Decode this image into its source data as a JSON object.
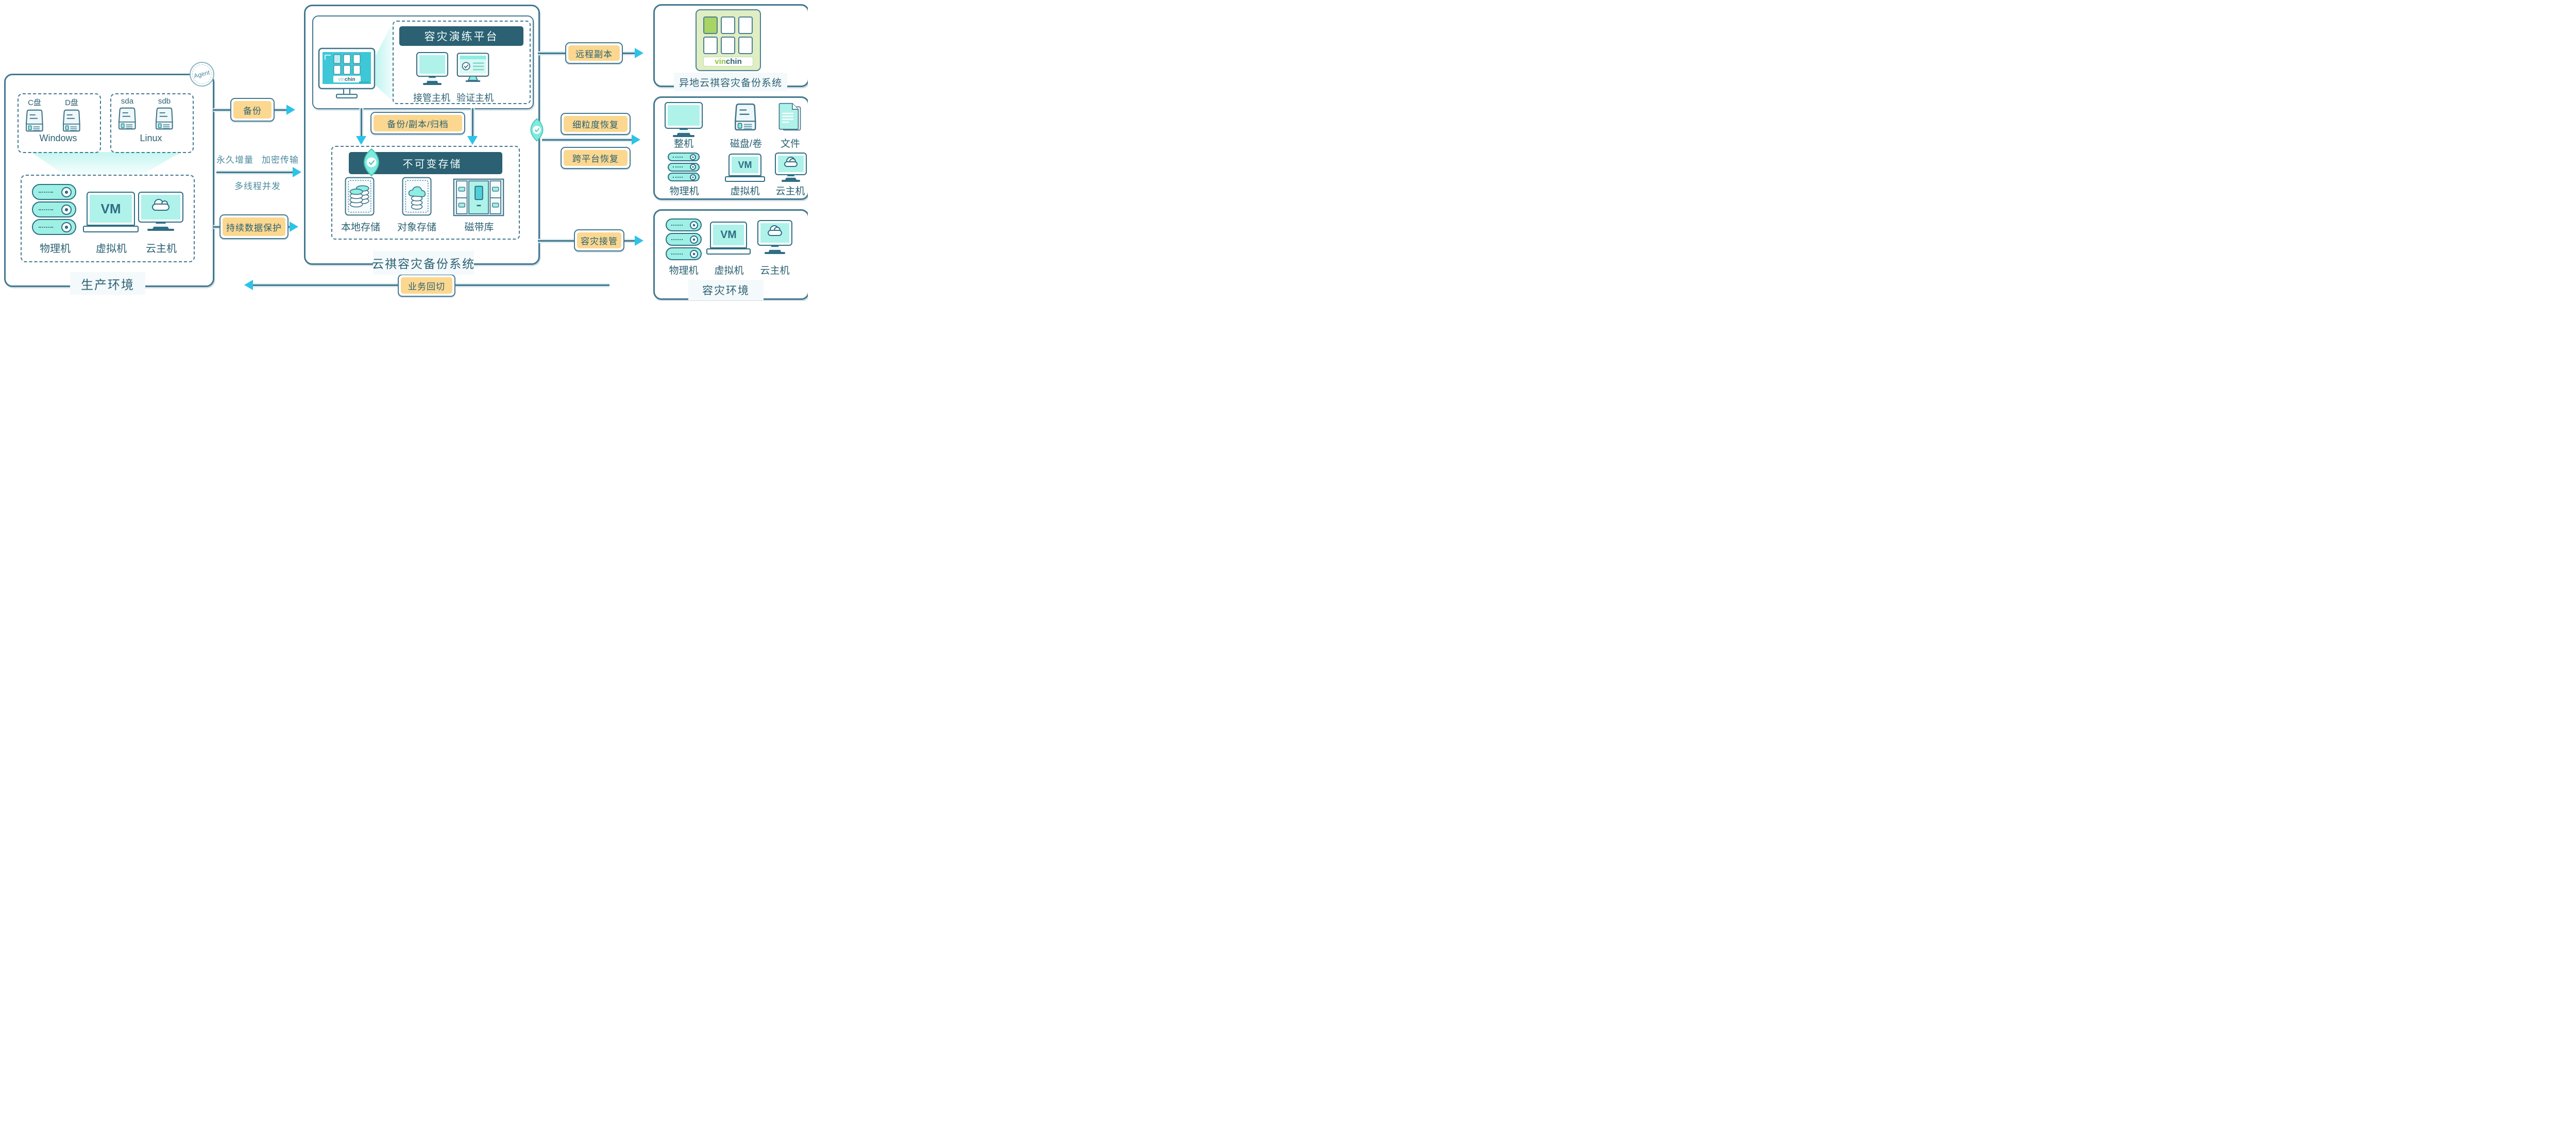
{
  "colors": {
    "outline": "#43798f",
    "dark_header": "#2b6172",
    "tag_fill": "#fbd78f",
    "arrow_cyan": "#2cc3e9",
    "icon_teal": "#9ef0e5",
    "screen_teal": "#aef2ea",
    "console_teal": "#3ec7d7",
    "logo_green": "#a8d465",
    "text": "#2c6173",
    "shield_teal": "#7debde"
  },
  "labels": {
    "vm": "VM"
  },
  "brand": {
    "vin": "vin",
    "chin": "chin"
  },
  "production": {
    "title": "生产环境",
    "agent": "Agent",
    "windows": {
      "title": "Windows",
      "disks": [
        "C盘",
        "D盘"
      ]
    },
    "linux": {
      "title": "Linux",
      "disks": [
        "sda",
        "sdb"
      ]
    },
    "hosts": [
      "物理机",
      "虚拟机",
      "云主机"
    ]
  },
  "backup_system": {
    "title": "云祺容灾备份系统",
    "drill": {
      "title": "容灾演练平台",
      "hosts": [
        "接管主机",
        "验证主机"
      ]
    },
    "storage": {
      "title": "不可变存储",
      "items": [
        "本地存储",
        "对象存储",
        "磁带库"
      ]
    }
  },
  "offsite": {
    "title": "异地云祺容灾备份系统"
  },
  "recovery": {
    "row1": [
      "整机",
      "磁盘/卷",
      "文件"
    ],
    "row2": [
      "物理机",
      "虚拟机",
      "云主机"
    ]
  },
  "dr": {
    "title": "容灾环境",
    "hosts": [
      "物理机",
      "虚拟机",
      "云主机"
    ]
  },
  "flows": {
    "backup": "备份",
    "incremental": "永久增量",
    "encrypted": "加密传输",
    "multithread": "多线程并发",
    "cdp": "持续数据保护",
    "archive": "备份/副本/归档",
    "remote_copy": "远程副本",
    "granular": "细粒度恢复",
    "cross_platform": "跨平台恢复",
    "takeover": "容灾接管",
    "failback": "业务回切"
  }
}
